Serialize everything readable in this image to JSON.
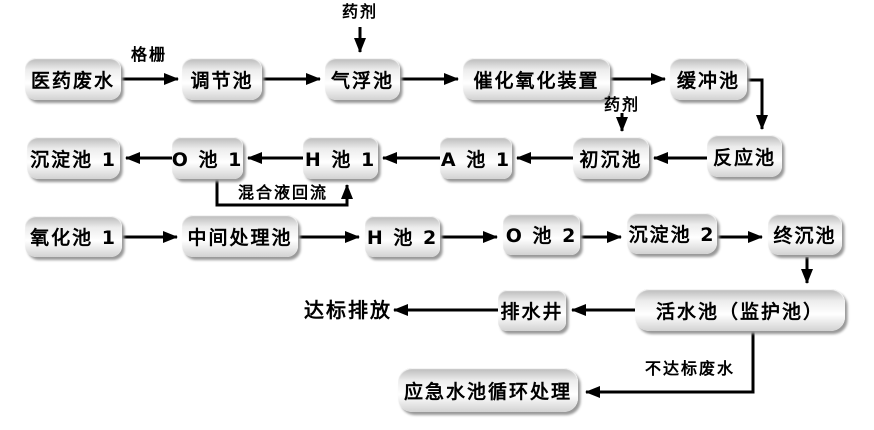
{
  "diagram": {
    "description_language": "zh",
    "colors": {
      "background": "#ffffff",
      "arrow": "#000000",
      "box_text": "#000000",
      "box_fill_top": "#b9b9b9",
      "box_fill_mid": "#ffffff",
      "box_fill_bottom": "#d2d2d2"
    }
  },
  "nodes": {
    "medical_wastewater": {
      "label": "医药废水"
    },
    "regulating_tank": {
      "label": "调节池"
    },
    "air_flotation_tank": {
      "label": "气浮池"
    },
    "catalytic_oxidation_unit": {
      "label": "催化氧化装置"
    },
    "buffer_tank": {
      "label": "缓冲池"
    },
    "reaction_tank": {
      "label": "反应池"
    },
    "primary_sedimentation_tank": {
      "label": "初沉池"
    },
    "a_tank_1": {
      "label": "A 池 1"
    },
    "h_tank_1": {
      "label": "H 池 1"
    },
    "o_tank_1": {
      "label": "O 池 1"
    },
    "sedimentation_tank_1": {
      "label": "沉淀池 1"
    },
    "oxidation_tank_1": {
      "label": "氧化池 1"
    },
    "intermediate_treatment_tank": {
      "label": "中间处理池"
    },
    "h_tank_2": {
      "label": "H 池 2"
    },
    "o_tank_2": {
      "label": "O 池 2"
    },
    "sedimentation_tank_2": {
      "label": "沉淀池 2"
    },
    "final_sedimentation_tank": {
      "label": "终沉池"
    },
    "living_water_tank": {
      "label": "活水池（监护池）"
    },
    "drainage_well": {
      "label": "排水井"
    },
    "emergency_tank": {
      "label": "应急水池循环处理"
    }
  },
  "labels": {
    "grid_screen": "格栅",
    "chemical_agent_1": "药剂",
    "chemical_agent_2": "药剂",
    "mixed_liquor_return": "混合液回流",
    "standard_discharge": "达标排放",
    "substandard_wastewater": "不达标废水"
  }
}
